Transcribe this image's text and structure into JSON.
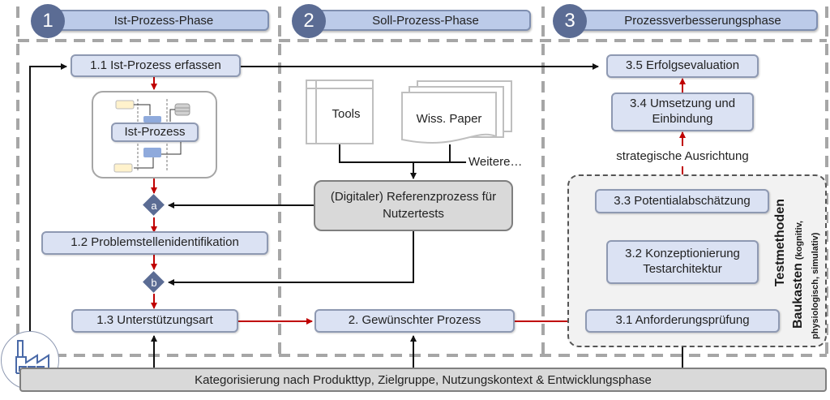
{
  "phases": [
    {
      "number": "1",
      "title": "Ist-Prozess-Phase"
    },
    {
      "number": "2",
      "title": "Soll-Prozess-Phase"
    },
    {
      "number": "3",
      "title": "Prozessverbesserungsphase"
    }
  ],
  "phase1": {
    "step_1_1": "1.1 Ist-Prozess erfassen",
    "ist_prozess_illustration": "Ist-Prozess",
    "decision_a": "a",
    "step_1_2": "1.2 Problemstellenidentifikation",
    "decision_b": "b",
    "step_1_3": "1.3 Unterstützungsart",
    "factory_icon": "factory-icon"
  },
  "phase2": {
    "source_tools": "Tools",
    "source_papers": "Wiss. Paper",
    "source_more": "Weitere…",
    "reference_process": "(Digitaler) Referenzprozess für Nutzertests",
    "step_2": "2. Gewünschter Prozess"
  },
  "phase3": {
    "step_3_5": "3.5 Erfolgsevaluation",
    "step_3_4": "3.4 Umsetzung und Einbindung",
    "strategic_alignment": "strategische Ausrichtung",
    "step_3_3": "3.3 Potentialabschätzung",
    "step_3_2": "3.2 Konzeptionierung Testarchitektur",
    "step_3_1": "3.1 Anforderungsprüfung",
    "toolbox_title_1": "Testmethoden",
    "toolbox_title_2": "Baukasten",
    "toolbox_subtitle_1": "(kognitiv,",
    "toolbox_subtitle_2": "physiologisch, simulativ)"
  },
  "bottom_bar": "Kategorisierung nach Produkttyp, Zielgruppe, Nutzungskontext & Entwicklungsphase",
  "colors": {
    "phase_circle": "#5b6c94",
    "phase_bar": "#bccbe9",
    "step_fill": "#dbe2f3",
    "flow_red": "#c00000",
    "grey_box": "#d9d9d9",
    "dashed_grid": "#a6a6a6"
  }
}
